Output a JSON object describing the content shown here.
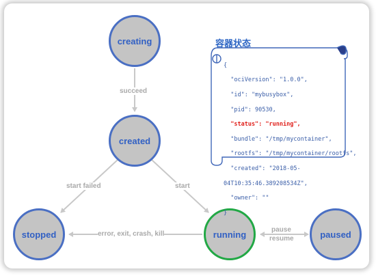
{
  "states": {
    "creating": "creating",
    "created": "created",
    "stopped": "stopped",
    "running": "running",
    "paused": "paused"
  },
  "transitions": {
    "succeed": "succeed",
    "start_failed": "start failed",
    "start": "start",
    "stop_events": "error, exit, crash, kill",
    "pause": "pause",
    "resume": "resume"
  },
  "container_state": {
    "title": "容器状态",
    "lines": [
      "{",
      "  \"ociVersion\": \"1.0.0\",",
      "  \"id\": \"mybusybox\",",
      "  \"pid\": 90530,",
      "  \"status\": \"running\",",
      "  \"bundle\": \"/tmp/mycontainer\",",
      "  \"rootfs\": \"/tmp/mycontainer/rootfs\",",
      "  \"created\": \"2018-05-",
      "04T10:35:46.389208534Z\",",
      "  \"owner\": \"\"",
      "}"
    ]
  },
  "colors": {
    "node_fill": "#c4c4c4",
    "node_border": "#4a6fc3",
    "active_border": "#22a845",
    "highlight": "#e0201b",
    "arrow": "#c8c8c8"
  }
}
